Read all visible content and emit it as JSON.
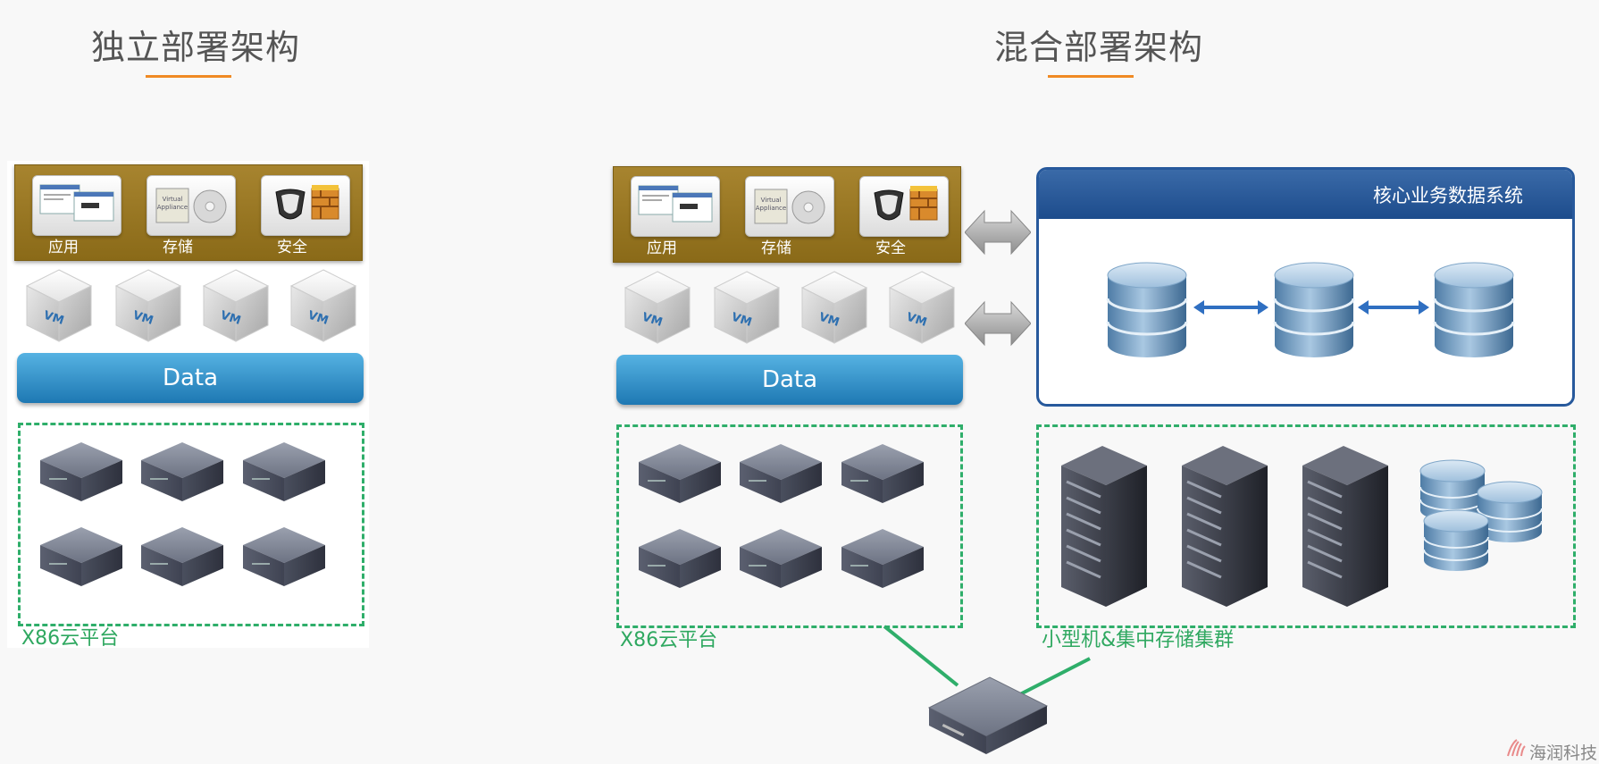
{
  "titles": {
    "left": "独立部署架构",
    "right": "混合部署架构"
  },
  "tiles": {
    "app": "应用",
    "storage": "存储",
    "security": "安全",
    "virtual_appliance": "Virtual Appliance"
  },
  "vm_label": "VM",
  "data_label": "Data",
  "x86_label": "X86云平台",
  "core_title": "核心业务数据系统",
  "minicomputer_label": "小型机&集中存储集群",
  "brand": "海润科技",
  "colors": {
    "accent": "#f08a24",
    "green": "#2fae6a",
    "blue": "#1e78b3",
    "navy": "#1d4c8c",
    "gold": "#9a7a25"
  }
}
